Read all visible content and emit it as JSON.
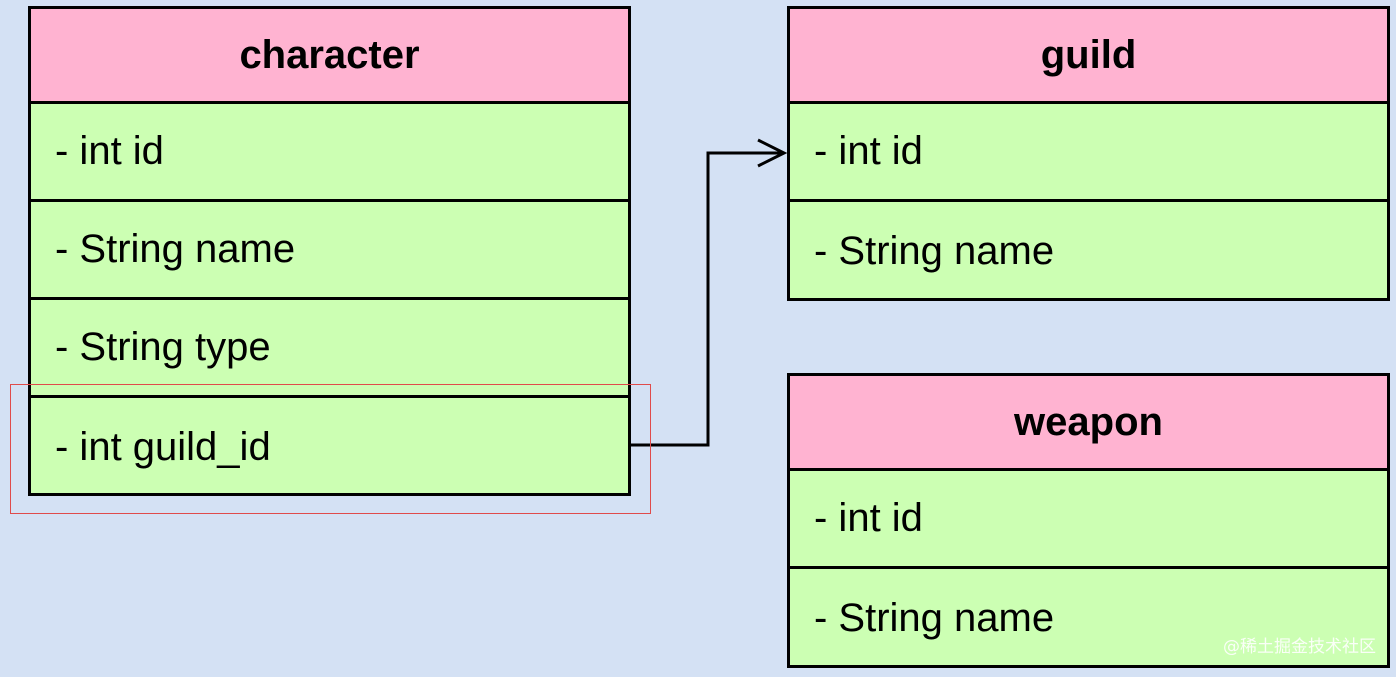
{
  "tables": {
    "character": {
      "title": "character",
      "fields": [
        "- int id",
        "- String name",
        "- String type",
        "- int guild_id"
      ]
    },
    "guild": {
      "title": "guild",
      "fields": [
        "- int id",
        "- String name"
      ]
    },
    "weapon": {
      "title": "weapon",
      "fields": [
        "- int id",
        "- String name"
      ]
    }
  },
  "relations": [
    {
      "from": "character.guild_id",
      "to": "guild.id"
    }
  ],
  "colors": {
    "background": "#d4e1f4",
    "header": "#ffb3d1",
    "body": "#ccffb3",
    "highlight": "#e04b4b"
  },
  "watermark": "@稀土掘金技术社区"
}
